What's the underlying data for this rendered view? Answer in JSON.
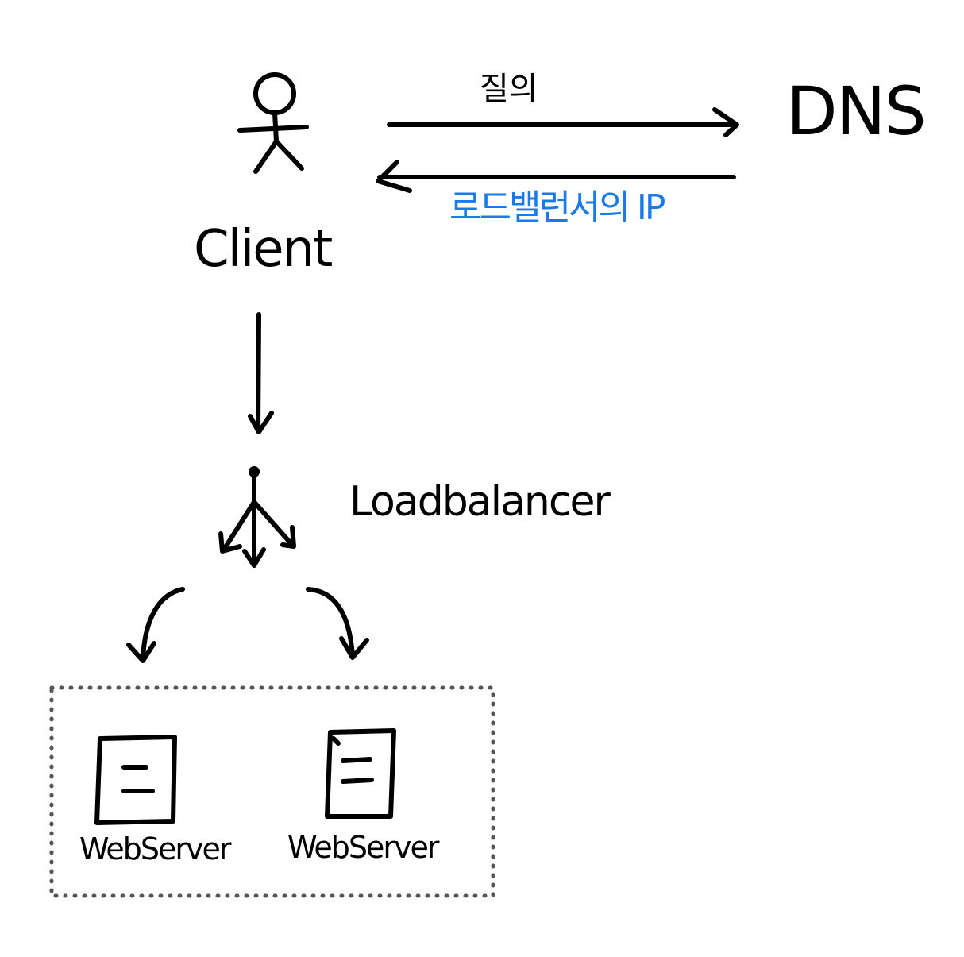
{
  "diagram": {
    "client_label": "Client",
    "dns_label": "DNS",
    "query_label": "질의",
    "response_label": "로드밸런서의 IP",
    "loadbalancer_label": "Loadbalancer",
    "webservers": [
      {
        "label": "WebServer"
      },
      {
        "label": "WebServer"
      }
    ]
  },
  "colors": {
    "ink": "#000000",
    "response_text": "#1a7ae8",
    "group_border": "#555555",
    "background": "#ffffff"
  }
}
